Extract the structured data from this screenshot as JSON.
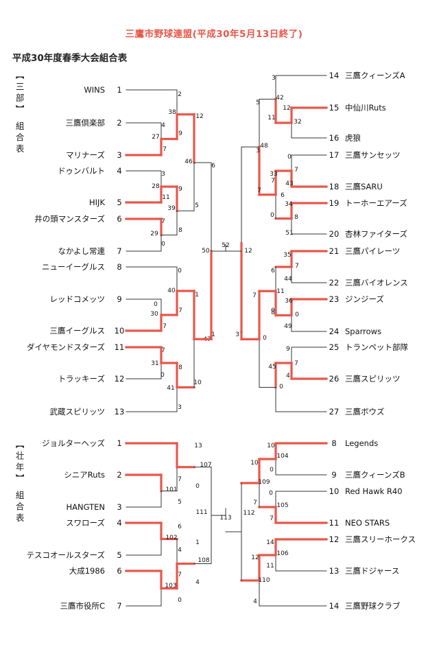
{
  "header": {
    "title": "三鷹市野球連盟(平成30年5月13日終了)",
    "subtitle": "平成30年度春季大会組合表"
  },
  "colors": {
    "winner_line": "#e8574a",
    "line": "#333333",
    "title": "#e8574a"
  },
  "divisions": [
    {
      "name": "三部",
      "label_top": "【 三 部 】",
      "label_bottom": "組 合 表",
      "left_teams": [
        {
          "seed": "1",
          "name": "WINS"
        },
        {
          "seed": "2",
          "name": "三鷹倶楽部"
        },
        {
          "seed": "3",
          "name": "マリナーズ"
        },
        {
          "seed": "4",
          "name": "ドゥンバルト"
        },
        {
          "seed": "5",
          "name": "HIJK"
        },
        {
          "seed": "6",
          "name": "井の頭マンスターズ"
        },
        {
          "seed": "7",
          "name": "なかよし常連"
        },
        {
          "seed": "8",
          "name": "ニューイーグルス"
        },
        {
          "seed": "9",
          "name": "レッドコメッツ"
        },
        {
          "seed": "10",
          "name": "三鷹イーグルス"
        },
        {
          "seed": "11",
          "name": "ダイヤモンドスターズ"
        },
        {
          "seed": "12",
          "name": "トラッキーズ"
        },
        {
          "seed": "13",
          "name": "武蔵スピリッツ"
        }
      ],
      "right_teams": [
        {
          "seed": "14",
          "name": "三鷹クィーンズA"
        },
        {
          "seed": "15",
          "name": "中仙川Ruts"
        },
        {
          "seed": "16",
          "name": "虎狼"
        },
        {
          "seed": "17",
          "name": "三鷹サンセッツ"
        },
        {
          "seed": "18",
          "name": "三鷹SARU"
        },
        {
          "seed": "19",
          "name": "トーホーエアーズ"
        },
        {
          "seed": "20",
          "name": "杏林ファイターズ"
        },
        {
          "seed": "21",
          "name": "三鷹パイレーツ"
        },
        {
          "seed": "22",
          "name": "三鷹バイオレンス"
        },
        {
          "seed": "23",
          "name": "ジンジーズ"
        },
        {
          "seed": "24",
          "name": "Sparrows"
        },
        {
          "seed": "25",
          "name": "トランペット部隊"
        },
        {
          "seed": "26",
          "name": "三鷹スピリッツ"
        },
        {
          "seed": "27",
          "name": "三鷹ボウズ"
        }
      ]
    },
    {
      "name": "壮年",
      "label_top": "【 壮 年 】",
      "label_bottom": "組 合 表",
      "left_teams": [
        {
          "seed": "1",
          "name": "ジョルターヘッズ"
        },
        {
          "seed": "2",
          "name": "シニアRuts"
        },
        {
          "seed": "3",
          "name": "HANGTEN"
        },
        {
          "seed": "4",
          "name": "スワローズ"
        },
        {
          "seed": "5",
          "name": "テスコオールスターズ"
        },
        {
          "seed": "6",
          "name": "大成1986"
        },
        {
          "seed": "7",
          "name": "三鷹市役所C"
        }
      ],
      "right_teams": [
        {
          "seed": "8",
          "name": "Legends"
        },
        {
          "seed": "9",
          "name": "三鷹クィーンズB"
        },
        {
          "seed": "10",
          "name": "Red Hawk R40"
        },
        {
          "seed": "11",
          "name": "NEO STARS"
        },
        {
          "seed": "12",
          "name": "三鷹スリーホークス"
        },
        {
          "seed": "13",
          "name": "三鷹ドジャース"
        },
        {
          "seed": "14",
          "name": "三鷹野球クラブ"
        }
      ]
    }
  ],
  "score_labels": {
    "d1": [
      "2",
      "38",
      "12",
      "4",
      "27",
      "9",
      "7",
      "46",
      "6",
      "3",
      "28",
      "9",
      "11",
      "39",
      "5",
      "7",
      "29",
      "8",
      "0",
      "50",
      "52",
      "0",
      "40",
      "1",
      "0",
      "30",
      "7",
      "7",
      "47",
      "1",
      "7",
      "31",
      "8",
      "0",
      "41",
      "10",
      "3",
      "3",
      "42",
      "5",
      "12",
      "11",
      "32",
      "48",
      "3",
      "0",
      "33",
      "7",
      "7",
      "43",
      "6",
      "7",
      "34",
      "8",
      "0",
      "51",
      "12",
      "35",
      "7",
      "6",
      "44",
      "11",
      "7",
      "36",
      "0",
      "0",
      "49",
      "8",
      "0",
      "37",
      "9",
      "7",
      "45",
      "4",
      "0"
    ],
    "d2": [
      "13",
      "107",
      "7",
      "101",
      "0",
      "5",
      "111",
      "113",
      "6",
      "102",
      "1",
      "4",
      "108",
      "7",
      "103",
      "4",
      "0",
      "10",
      "104",
      "10",
      "0",
      "109",
      "0",
      "105",
      "7",
      "7",
      "112",
      "14",
      "106",
      "12",
      "11",
      "110",
      "4"
    ]
  }
}
